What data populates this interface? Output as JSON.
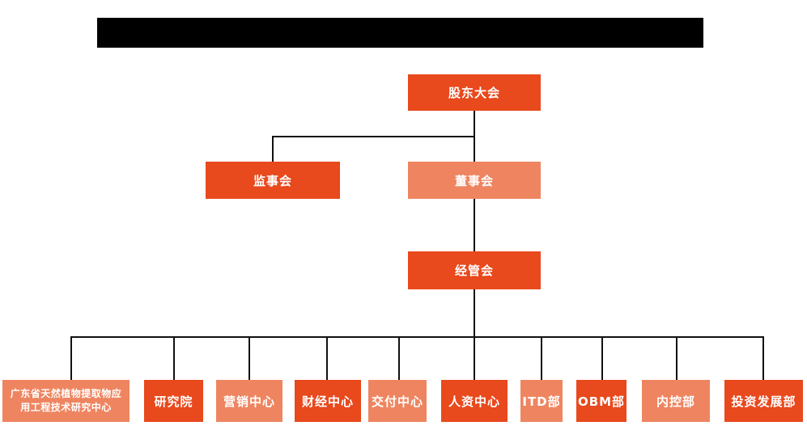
{
  "colors": {
    "dark": "#E8491D",
    "light": "#EE8560",
    "line": "#111111",
    "redaction": "#000000",
    "text": "#FFFFFF",
    "background": "#FFFFFF"
  },
  "title_bar": {
    "type": "redacted-black-bar",
    "text": ""
  },
  "org": {
    "level1": {
      "label": "股东大会",
      "tone": "dark"
    },
    "level2": [
      {
        "label": "监事会",
        "tone": "dark"
      },
      {
        "label": "董事会",
        "tone": "light"
      }
    ],
    "level3": {
      "label": "经管会",
      "tone": "dark"
    },
    "level4": [
      {
        "label": "广东省天然植物提取物应用工程技术研究中心",
        "line1": "广东省天然植物提取物应",
        "line2": "用工程技术研究中心",
        "tone": "light"
      },
      {
        "label": "研究院",
        "tone": "dark"
      },
      {
        "label": "营销中心",
        "tone": "light"
      },
      {
        "label": "财经中心",
        "tone": "dark"
      },
      {
        "label": "交付中心",
        "tone": "light"
      },
      {
        "label": "人资中心",
        "tone": "dark"
      },
      {
        "label": "ITD部",
        "tone": "light"
      },
      {
        "label": "OBM部",
        "tone": "dark"
      },
      {
        "label": "内控部",
        "tone": "light"
      },
      {
        "label": "投资发展部",
        "tone": "dark"
      }
    ]
  }
}
